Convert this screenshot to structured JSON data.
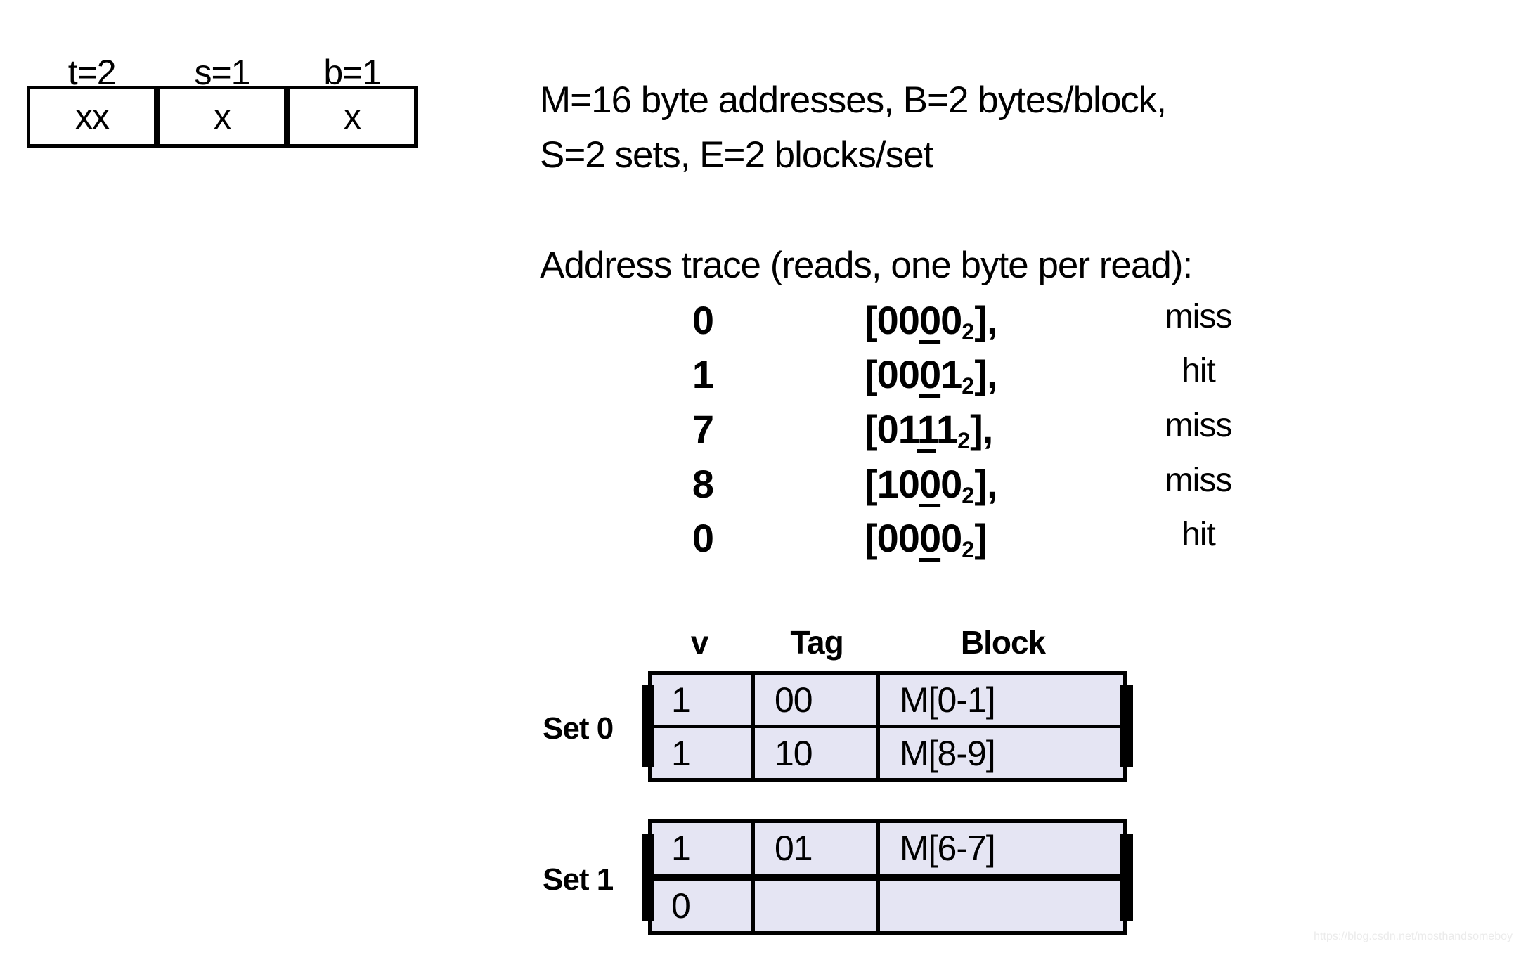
{
  "bitfield": {
    "headers": [
      "t=2",
      "s=1",
      "b=1"
    ],
    "cells": [
      "xx",
      "x",
      "x"
    ]
  },
  "config": {
    "line1": "M=16 byte addresses, B=2 bytes/block,",
    "line2": "S=2 sets, E=2 blocks/set"
  },
  "trace": {
    "heading": "Address trace (reads, one byte per read):",
    "rows": [
      {
        "address": "0",
        "bits_pre": "[00",
        "bit_set": "0",
        "bits_post": "0",
        "subscript": "2",
        "close": "],",
        "result": "miss"
      },
      {
        "address": "1",
        "bits_pre": "[00",
        "bit_set": "0",
        "bits_post": "1",
        "subscript": "2",
        "close": "],",
        "result": "hit"
      },
      {
        "address": "7",
        "bits_pre": "[01",
        "bit_set": "1",
        "bits_post": "1",
        "subscript": "2",
        "close": "],",
        "result": "miss"
      },
      {
        "address": "8",
        "bits_pre": "[10",
        "bit_set": "0",
        "bits_post": "0",
        "subscript": "2",
        "close": "],",
        "result": "miss"
      },
      {
        "address": "0",
        "bits_pre": "[00",
        "bit_set": "0",
        "bits_post": "0",
        "subscript": "2",
        "close": "]",
        "result": "hit"
      }
    ]
  },
  "cache": {
    "col_headers": [
      "v",
      "Tag",
      "Block"
    ],
    "cell_fill": "#E5E5F3",
    "sets": [
      {
        "label": "Set 0",
        "rows": [
          {
            "v": "1",
            "tag": "00",
            "block": "M[0-1]"
          },
          {
            "v": "1",
            "tag": "10",
            "block": "M[8-9]"
          }
        ]
      },
      {
        "label": "Set 1",
        "rows": [
          {
            "v": "1",
            "tag": "01",
            "block": "M[6-7]"
          },
          {
            "v": "0",
            "tag": "",
            "block": ""
          }
        ]
      }
    ]
  },
  "watermark": "https://blog.csdn.net/mosthandsomeboy"
}
